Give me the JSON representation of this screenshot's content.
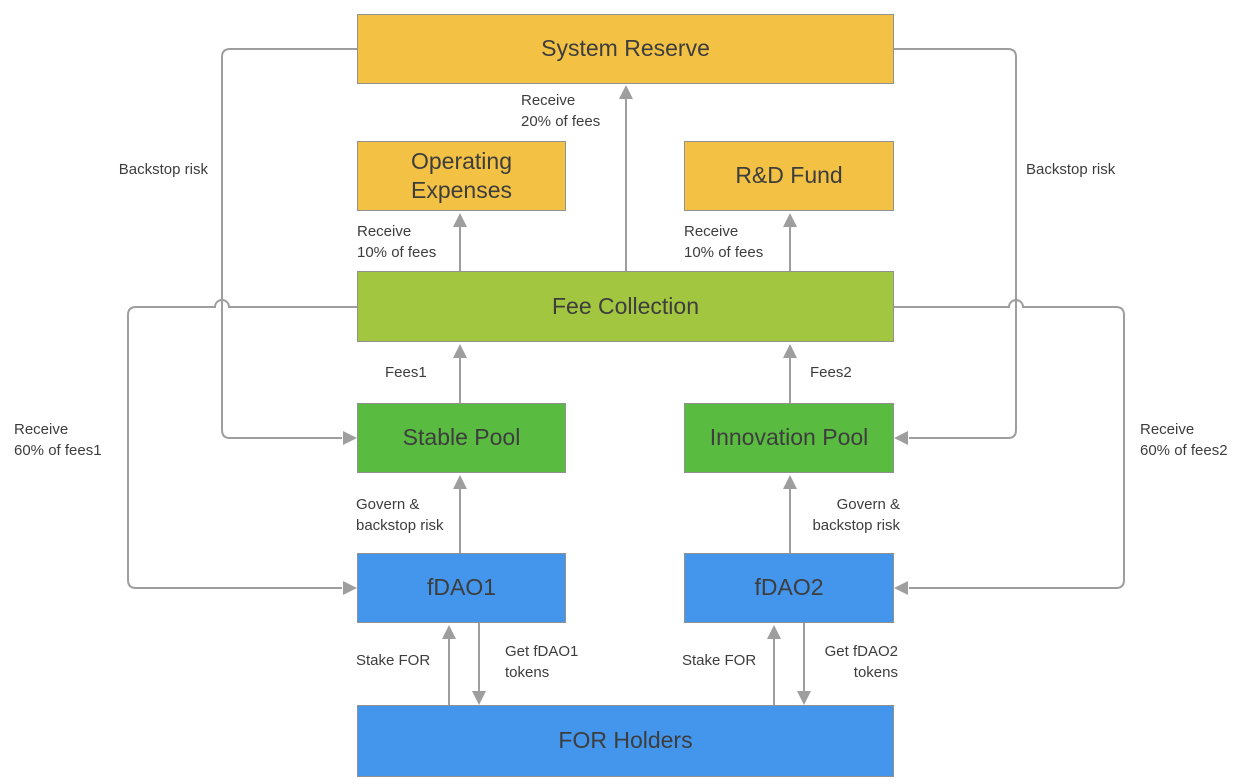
{
  "palette": {
    "node_yellow": "#F3C244",
    "node_olive_green": "#A2C63F",
    "node_green": "#5ABB41",
    "node_blue": "#4496ED",
    "node_border": "#919191",
    "arrow_gray": "#9E9E9E",
    "text_dark": "#3D3D3D",
    "background": "#FFFFFF"
  },
  "nodes": {
    "system_reserve": "System Reserve",
    "operating_expenses": "Operating Expenses",
    "rd_fund": "R&D Fund",
    "fee_collection": "Fee Collection",
    "stable_pool": "Stable Pool",
    "innovation_pool": "Innovation Pool",
    "fdao1": "fDAO1",
    "fdao2": "fDAO2",
    "for_holders": "FOR Holders"
  },
  "edge_labels": {
    "receive_20_fees": "Receive\n20% of fees",
    "receive_10_fees_left": "Receive\n10% of fees",
    "receive_10_fees_right": "Receive\n10% of fees",
    "fees1": "Fees1",
    "fees2": "Fees2",
    "govern_backstop_left": "Govern &\nbackstop risk",
    "govern_backstop_right": "Govern &\nbackstop risk",
    "stake_for_left": "Stake FOR",
    "get_fdao1_tokens": "Get fDAO1\ntokens",
    "stake_for_right": "Stake FOR",
    "get_fdao2_tokens": "Get fDAO2\ntokens",
    "backstop_risk_left": "Backstop risk",
    "backstop_risk_right": "Backstop risk",
    "receive_60_fees1": "Receive\n60% of fees1",
    "receive_60_fees2": "Receive\n60% of fees2"
  }
}
